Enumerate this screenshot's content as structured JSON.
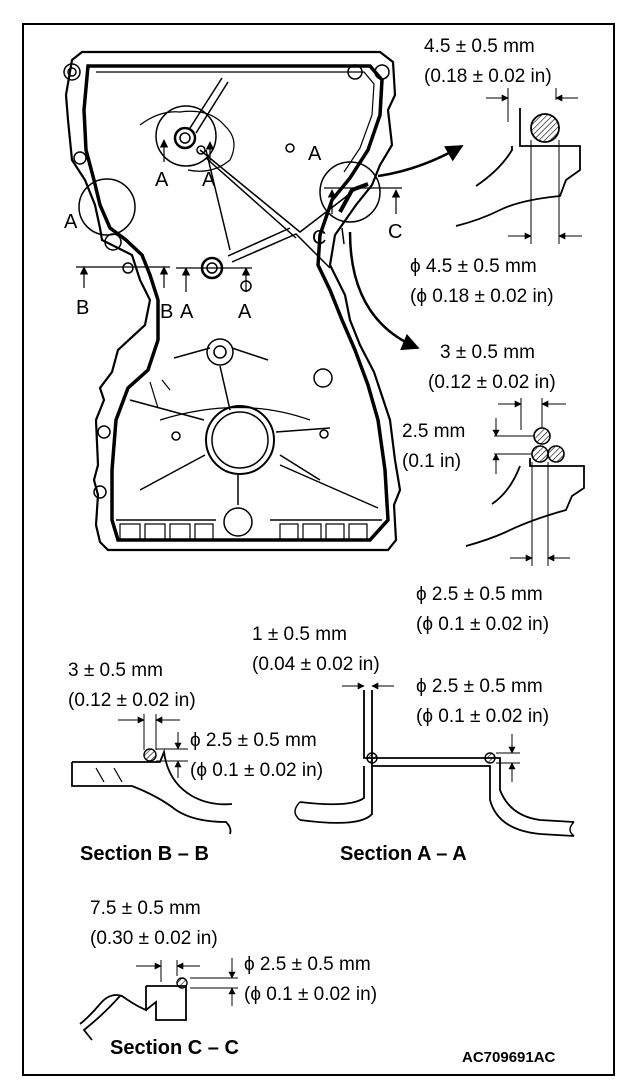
{
  "section_labels": {
    "A": "A",
    "B": "B",
    "C": "C"
  },
  "detail_top": {
    "line1": "4.5 ± 0.5 mm",
    "line2": "(0.18 ± 0.02 in)",
    "dia_line1": "ϕ 4.5 ± 0.5 mm",
    "dia_line2": "(ϕ 0.18 ± 0.02 in)"
  },
  "detail_mid": {
    "line1": "3 ± 0.5 mm",
    "line2": "(0.12 ± 0.02 in)",
    "gap_line1": "2.5 mm",
    "gap_line2": "(0.1 in)",
    "dia_line1": "ϕ 2.5 ± 0.5 mm",
    "dia_line2": "(ϕ 0.1 ± 0.02 in)"
  },
  "section_bb": {
    "line1": "3 ± 0.5 mm",
    "line2": "(0.12 ± 0.02 in)",
    "dia_line1": "ϕ 2.5 ± 0.5 mm",
    "dia_line2": "(ϕ 0.1 ± 0.02 in)",
    "title": "Section B – B"
  },
  "section_aa": {
    "line1": "1 ± 0.5 mm",
    "line2": "(0.04 ± 0.02 in)",
    "dia_line1": "ϕ 2.5 ± 0.5 mm",
    "dia_line2": "(ϕ 0.1 ± 0.02 in)",
    "title": "Section A – A"
  },
  "section_cc": {
    "line1": "7.5 ± 0.5 mm",
    "line2": "(0.30 ± 0.02 in)",
    "dia_line1": "ϕ 2.5 ± 0.5 mm",
    "dia_line2": "(ϕ 0.1 ± 0.02 in)",
    "title": "Section C – C"
  },
  "figure_code": "AC709691AC"
}
